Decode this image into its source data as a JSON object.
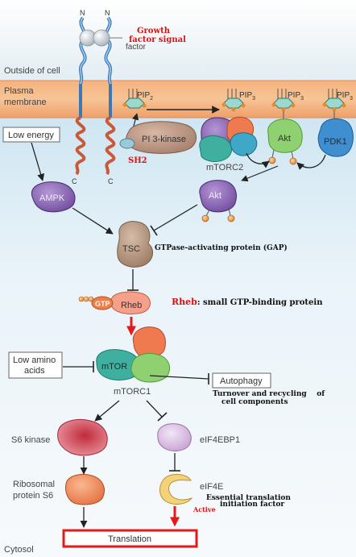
{
  "regions": {
    "outside": "Outside of cell",
    "membrane_line1": "Plasma",
    "membrane_line2": "membrane",
    "cytosol": "Cytosol"
  },
  "receptor": {
    "n_terminal": "N",
    "c_terminal": "C",
    "factor_note_line1": "Growth",
    "factor_note_line2": "factor signal",
    "factor_label": "factor"
  },
  "lipids": {
    "pip2": "PIP",
    "pip2_sub": "2",
    "pip3": "PIP",
    "pip3_sub": "3"
  },
  "proteins": {
    "pi3k": "PI 3-kinase",
    "sh2": "SH2",
    "mtorc2": "mTORC2",
    "akt": "Akt",
    "pdk1": "PDK1",
    "ampk": "AMPK",
    "tsc": "TSC",
    "gap_note": "GTPase-activating protein (GAP)",
    "gtp": "GTP",
    "rheb": "Rheb",
    "rheb_note_name": "Rheb",
    "rheb_note_text": ": small GTP-binding protein",
    "mtor": "mTOR",
    "mtorc1": "mTORC1",
    "s6_kinase": "S6 kinase",
    "eif4ebp1": "eIF4EBP1",
    "ribosomal_line1": "Ribosomal",
    "ribosomal_line2": "protein S6",
    "eif4e": "eIF4E",
    "eif4e_note_line1": "Essential translation",
    "eif4e_note_line2": "initiation factor",
    "active": "Active"
  },
  "boxes": {
    "low_energy": "Low energy",
    "low_amino_line1": "Low amino",
    "low_amino_line2": "acids",
    "autophagy": "Autophagy",
    "autophagy_note_line1": "Turnover and recycling    of",
    "autophagy_note_line2": "cell components",
    "translation": "Translation"
  },
  "colors": {
    "red_note": "#dd1111",
    "membrane": "#f2a46a",
    "cytosol_blue": "#cfe6f2",
    "akt_green": "#8fd070",
    "pdk1_blue": "#3f8fd0",
    "tsc_brown": "#b5937d",
    "mtor_teal": "#3fb0a0",
    "s6k_red": "#cc4455",
    "eif4e_yellow": "#f3d27a",
    "rheb_salmon": "#f4a08a"
  }
}
